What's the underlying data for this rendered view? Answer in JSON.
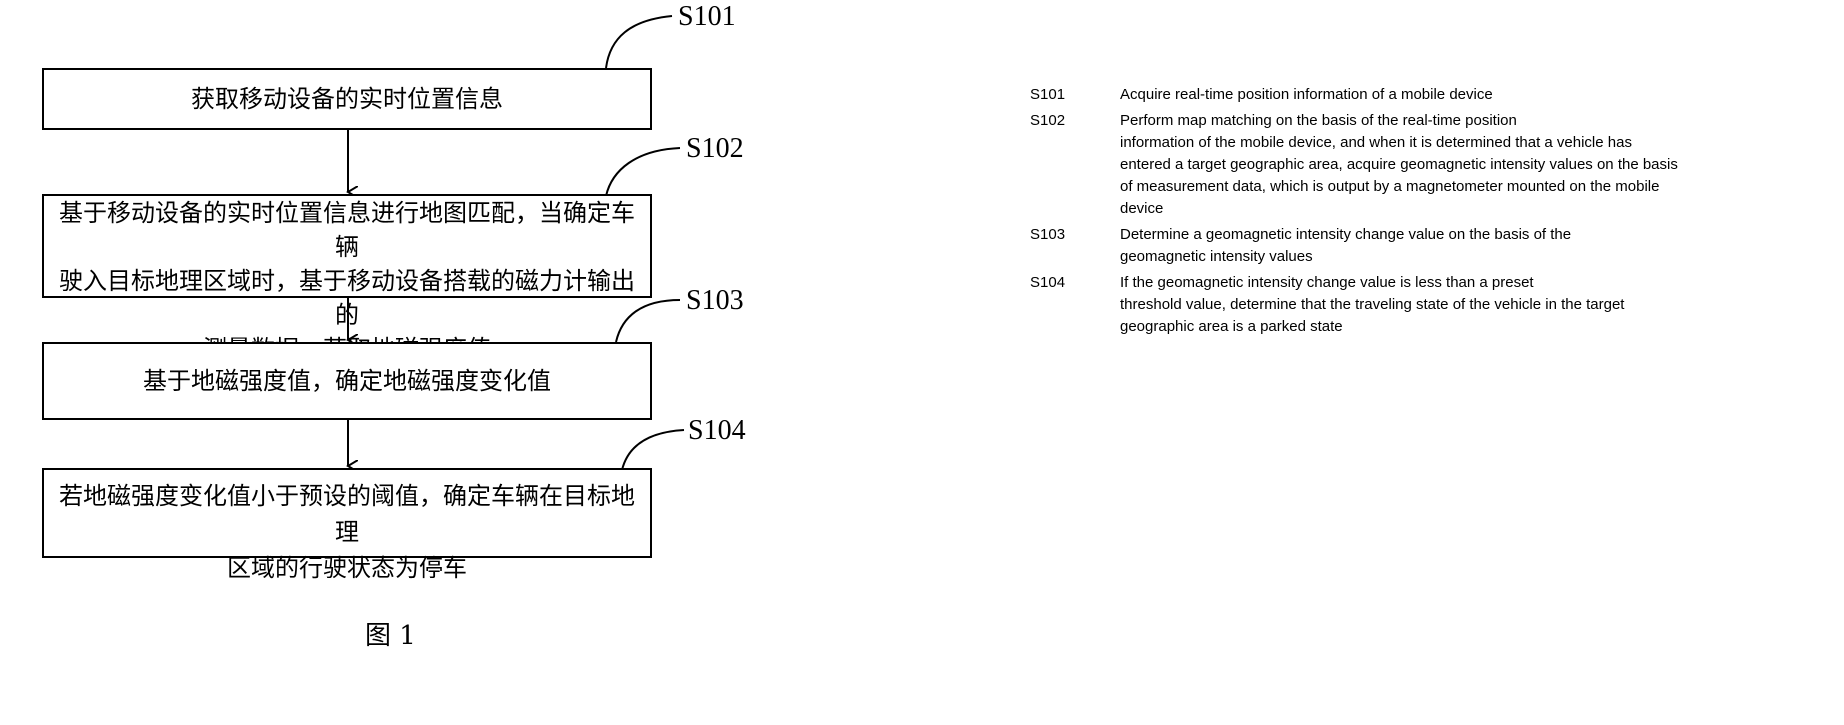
{
  "steps": [
    {
      "id": "S101",
      "label": "S101",
      "lines": [
        "获取移动设备的实时位置信息"
      ]
    },
    {
      "id": "S102",
      "label": "S102",
      "lines": [
        "基于移动设备的实时位置信息进行地图匹配，当确定车辆",
        "驶入目标地理区域时，基于移动设备搭载的磁力计输出的",
        "测量数据，获取地磁强度值"
      ]
    },
    {
      "id": "S103",
      "label": "S103",
      "lines": [
        "基于地磁强度值，确定地磁强度变化值"
      ]
    },
    {
      "id": "S104",
      "label": "S104",
      "lines": [
        "若地磁强度变化值小于预设的阈值，确定车辆在目标地理",
        "区域的行驶状态为停车"
      ]
    }
  ],
  "caption": "图 1",
  "legend": [
    {
      "code": "S101",
      "lines": [
        "Acquire real-time position information of a mobile device"
      ]
    },
    {
      "code": "S102",
      "lines": [
        "Perform map matching on the basis of the real-time position",
        "information of the mobile device, and when it is determined that a vehicle has",
        "entered a target geographic area, acquire geomagnetic intensity values on the basis",
        "of measurement data, which is output by a magnetometer mounted on the mobile",
        "device"
      ]
    },
    {
      "code": "S103",
      "lines": [
        "Determine a geomagnetic intensity change value on the basis of the",
        "geomagnetic intensity values"
      ]
    },
    {
      "code": "S104",
      "lines": [
        "If the geomagnetic intensity change value is less than a preset",
        "threshold value, determine that the traveling state of the vehicle in the target",
        "geographic area is a parked state"
      ]
    }
  ]
}
